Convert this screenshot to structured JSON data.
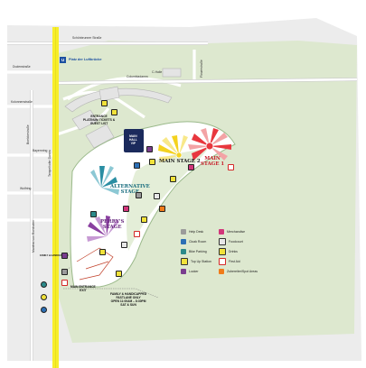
{
  "streets": {
    "schoenbrunner": "Schönbrunner Straße",
    "platz": "Platz der Luftbrücke",
    "dudenstrasse": "Dudenstraße",
    "columbiadamm": "Columbiadamm",
    "c_halle": "C-Halle",
    "flowerstr": "Flowerstraße",
    "kolonnenstr": "Kolonnenstraße",
    "boelckestr": "Boelckestraße",
    "bayernring": "Bayernring",
    "wolfring": "Wolfring",
    "tempelhofer_damm": "Tempelhofer Damm",
    "manfred": "Manfred von Richthofen",
    "ubahn": "U"
  },
  "stages": {
    "main_stage_1": "MAIN\nSTAGE 1",
    "main_stage_2": "MAIN STAGE 2",
    "alternative": "ALTERNATIVE\nSTAGE",
    "perry": "PERRY'S\nSTAGE"
  },
  "venues": {
    "main_hall": "MAIN\nHALL\nVIP",
    "entrance_platinum": "ENTRANCE\nPLATINUM TICKETS &\nGUEST LIST",
    "main_entrance": "MAIN ENTRANCE\nEXIT",
    "family_entrance": "FAMILY & HANDICAPPED\nFASTLANE ONLY\nOPEN 11:00AM – 8:30PM\nSAT & SUN",
    "family_left": "FAMILY & HANDICAPPED"
  },
  "legend": [
    {
      "label": "Help Desk",
      "color": "#9b9b9b"
    },
    {
      "label": "Cloak Room",
      "color": "#2c6fb5"
    },
    {
      "label": "Bike Parking",
      "color": "#2c8a8a"
    },
    {
      "label": "Top Up Station",
      "color": "#f1e23a"
    },
    {
      "label": "Locker",
      "color": "#7a3d8f"
    },
    {
      "label": "Merchandise",
      "color": "#d2367a"
    },
    {
      "label": "Foodcourt",
      "color": "#e8e8e8"
    },
    {
      "label": "Drinks",
      "color": "#f1e23a"
    },
    {
      "label": "First Aid",
      "color": "#d42828"
    },
    {
      "label": "Zubereiter/Spot Areas",
      "color": "#f07b1a"
    }
  ],
  "colors": {
    "grass": "#d9e8c9",
    "tempelhof_land": "#dde8cf",
    "road": "#f2f2f2",
    "road_edge": "#cfcfcf",
    "tempelhofer_damm": "#f7ee2a",
    "festival_area": "#ffffff",
    "main_stage_1": "#e8373e",
    "main_stage_2": "#f4d21f",
    "alternative": "#2a8ea3",
    "perry": "#8a3fa0"
  }
}
